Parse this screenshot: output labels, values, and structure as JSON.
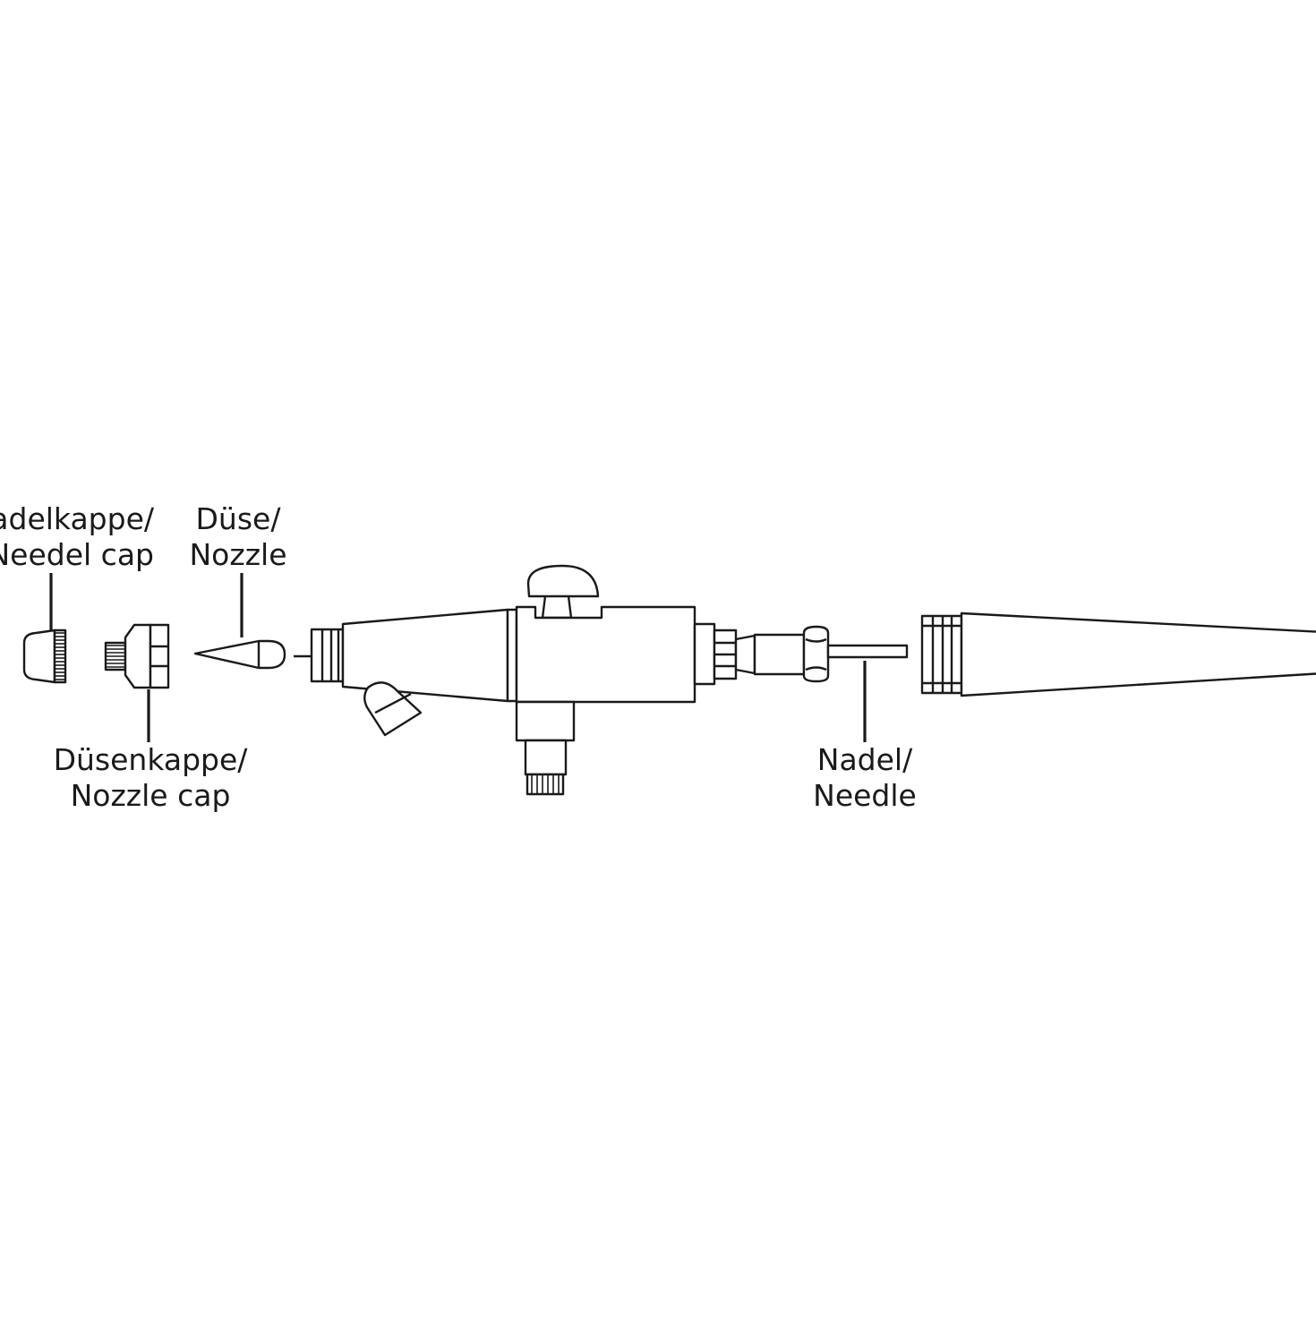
{
  "labels": {
    "needle_cap": {
      "line1": "Nadelkappe/",
      "line2": "Needel cap"
    },
    "nozzle": {
      "line1": "Düse/",
      "line2": "Nozzle"
    },
    "nozzle_cap": {
      "line1": "Düsenkappe/",
      "line2": "Nozzle cap"
    },
    "needle": {
      "line1": "Nadel/",
      "line2": "Needle"
    }
  },
  "colors": {
    "line": "#1a1a1a",
    "background": "#ffffff"
  }
}
